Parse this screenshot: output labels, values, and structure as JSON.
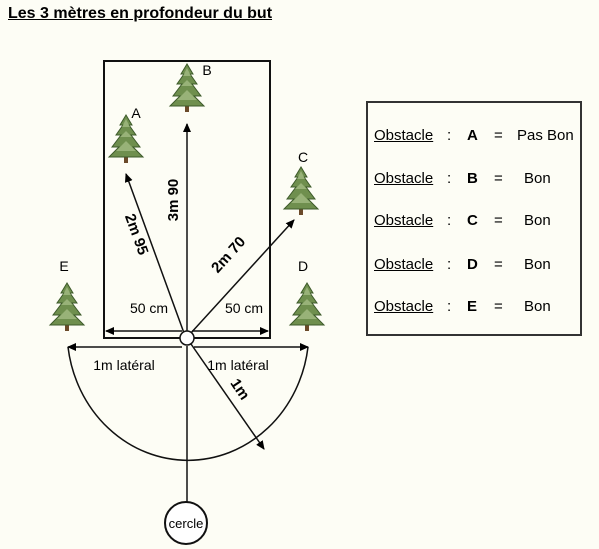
{
  "title": "Les 3 mètres en profondeur du but",
  "diagram": {
    "trees": [
      "A",
      "B",
      "C",
      "D",
      "E"
    ],
    "measures": {
      "to_a": "2m 95",
      "to_b": "3m 90",
      "to_c": "2m 70",
      "diag_down": "1m",
      "half_left": "50 cm",
      "half_right": "50 cm",
      "lateral_left": "1m latéral",
      "lateral_right": "1m latéral"
    },
    "circle_label": "cercle"
  },
  "legend": {
    "rows": [
      {
        "obstacle": "Obstacle",
        "colon": ":",
        "letter": "A",
        "equals": "=",
        "result": "Pas Bon"
      },
      {
        "obstacle": "Obstacle",
        "colon": ":",
        "letter": "B",
        "equals": "=",
        "result": "Bon"
      },
      {
        "obstacle": "Obstacle",
        "colon": ":",
        "letter": "C",
        "equals": "=",
        "result": "Bon"
      },
      {
        "obstacle": "Obstacle",
        "colon": ":",
        "letter": "D",
        "equals": "=",
        "result": "Bon"
      },
      {
        "obstacle": "Obstacle",
        "colon": ":",
        "letter": "E",
        "equals": "=",
        "result": "Bon"
      }
    ]
  }
}
